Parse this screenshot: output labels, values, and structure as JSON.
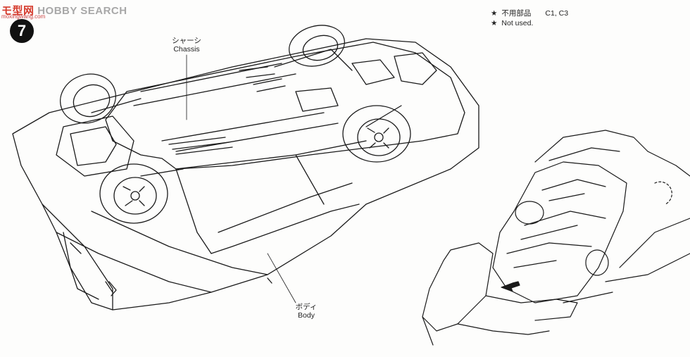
{
  "watermark": {
    "logo_text": "モ型网",
    "brand_text": "HOBBY SEARCH",
    "url_text": "moxingwang.com"
  },
  "step": {
    "number": "7"
  },
  "notes": {
    "line1_mark": "★",
    "line1_text": "不用部品",
    "line1_codes": "C1, C3",
    "line2_mark": "★",
    "line2_text": "Not used."
  },
  "labels": {
    "chassis_jp": "シャーシ",
    "chassis_en": "Chassis",
    "body_jp": "ボディ",
    "body_en": "Body"
  },
  "icons": {
    "car_illustration": "car-underside-illustration-icon",
    "hands_illustration": "hands-holding-car-icon",
    "arrow": "push-arrow-icon"
  }
}
